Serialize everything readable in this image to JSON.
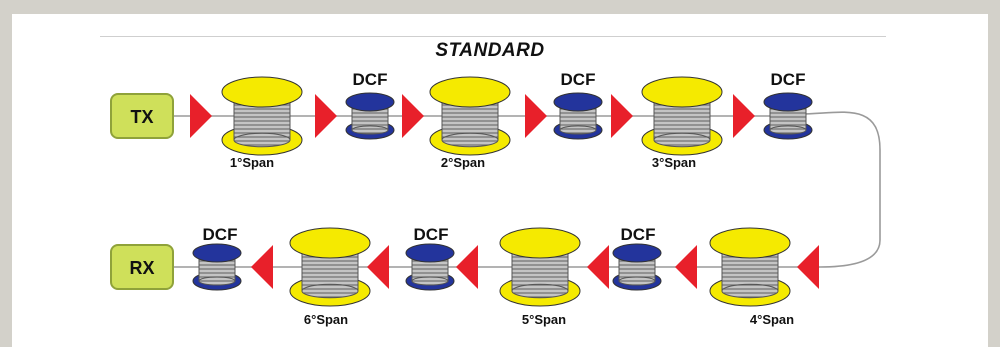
{
  "title": "STANDARD",
  "endpoints": {
    "tx": "TX",
    "rx": "RX"
  },
  "dcf_label": "DCF",
  "spans": [
    "1°Span",
    "2°Span",
    "3°Span",
    "4°Span",
    "5°Span",
    "6°Span"
  ],
  "colors": {
    "spool_yellow": "#f5ea00",
    "dcf_blue": "#23349c",
    "amplifier_red": "#e8202a",
    "endpoint_green": "#cfe05a",
    "fiber_gray": "#9a9a9a"
  }
}
